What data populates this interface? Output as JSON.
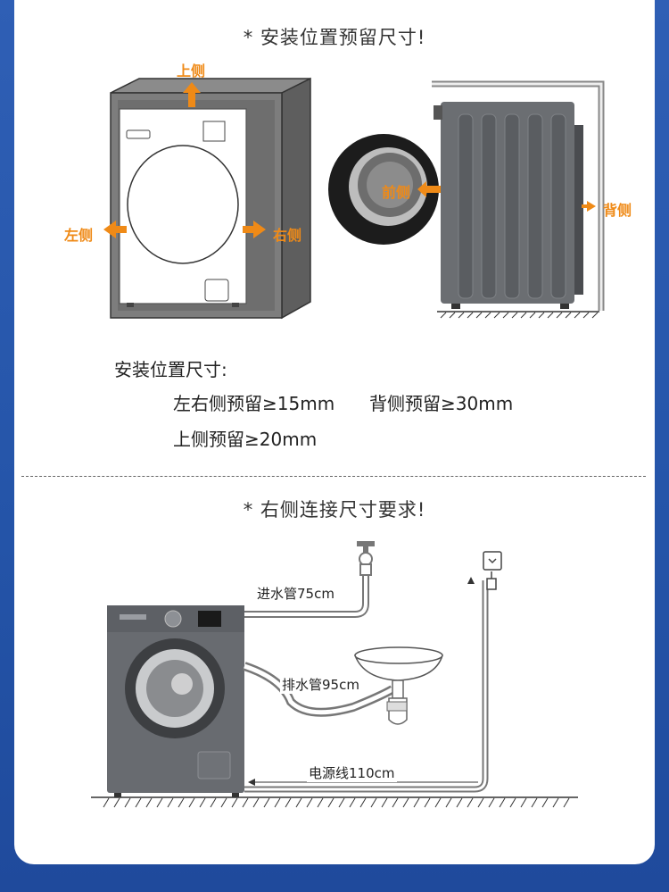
{
  "section1": {
    "title": "* 安装位置预留尺寸!",
    "labels": {
      "top": "上侧",
      "left": "左侧",
      "right": "右侧",
      "front": "前侧",
      "back": "背侧"
    }
  },
  "dimensions": {
    "heading": "安装位置尺寸:",
    "sides": "左右侧预留≥15mm",
    "back": "背侧预留≥30mm",
    "top": "上侧预留≥20mm"
  },
  "section2": {
    "title": "* 右侧连接尺寸要求!",
    "inlet": "进水管75cm",
    "drain": "排水管95cm",
    "power": "电源线110cm"
  },
  "colors": {
    "accent": "#ef8a17",
    "cabinet": "#6a6a6a",
    "machine": "#6b6e72",
    "background": "#2454a8"
  }
}
